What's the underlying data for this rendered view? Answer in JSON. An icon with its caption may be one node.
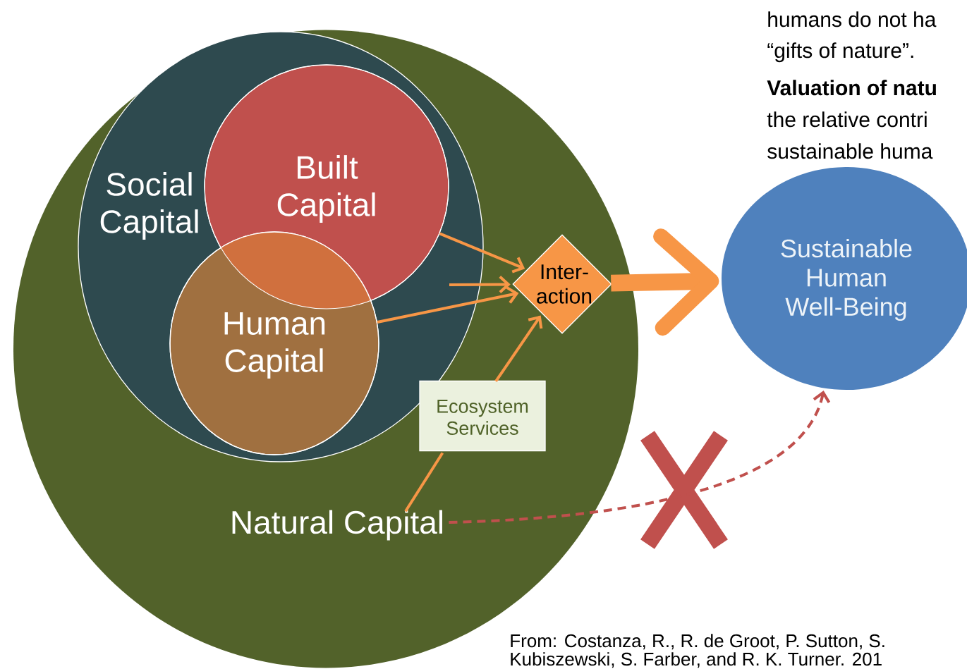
{
  "diagram": {
    "nodes": [
      {
        "text": [],
        "shape": "circle"
      },
      {
        "text": [
          "Social Capital"
        ],
        "in": 0
      },
      {
        "text": [
          "Built Capital"
        ],
        "in": 1
      },
      {
        "text": [
          "Human Capital"
        ],
        "in": 1
      },
      {
        "text": [
          "Inter- action"
        ],
        "in": 0
      },
      {
        "text": [
          "Ecosystem Services"
        ],
        "in": 0
      },
      {
        "text": [
          "Natural Capital"
        ],
        "in": 0
      },
      {
        "text": [
          "Sustainable Human Well-Being"
        ]
      }
    ],
    "edges": [
      {
        "from": 2,
        "to": 4,
        "arrow": "to"
      },
      {
        "from": null,
        "to": 4,
        "arrow": "to"
      },
      {
        "from": 3,
        "to": 4,
        "arrow": "to"
      },
      {
        "from": 6,
        "to": 5,
        "arrow": "none"
      },
      {
        "from": 5,
        "to": 4,
        "arrow": "to"
      },
      {
        "from": 4,
        "to": 7,
        "arrow": "to",
        "style": "thick"
      },
      {
        "from": 6,
        "to": 7,
        "arrow": "to",
        "style": "dashed",
        "color": "#c0504d"
      }
    ],
    "labels": [
      "humans do not ha",
      "“gifts of nature”.",
      "Valuation of natu",
      "the relative contri",
      "sustainable huma",
      "From: Costanza, R., R. de Groot, P. Sutton, S.",
      "Kubiszewski, S. Farber, and R. K. Turner. 201"
    ]
  }
}
